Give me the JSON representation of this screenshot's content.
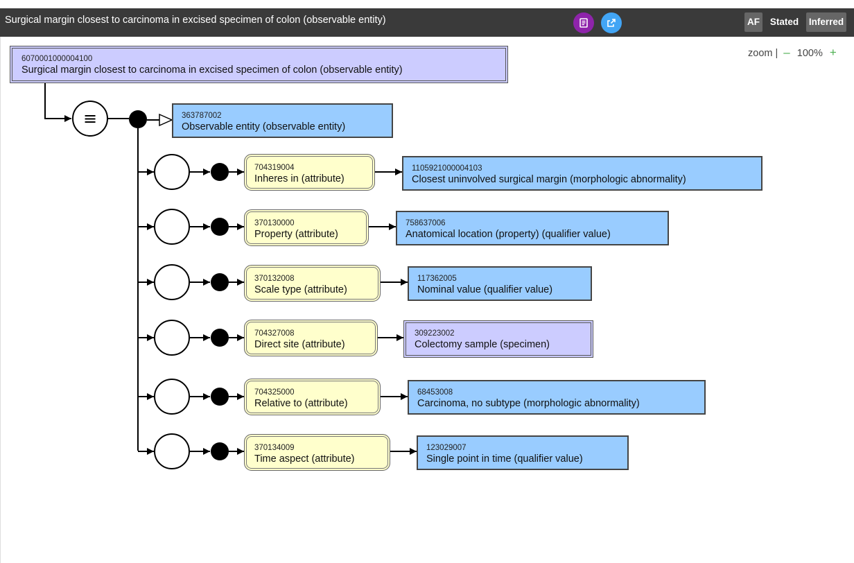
{
  "header": {
    "title": "Surgical margin closest to carcinoma in excised specimen of colon (observable entity)",
    "icons": [
      "document-icon",
      "open-in-new-icon"
    ],
    "toggles": {
      "af": "AF",
      "stated": "Stated",
      "inferred": "Inferred"
    },
    "colors": {
      "bar": "#3a3a3a",
      "purple_button": "#8e24aa",
      "blue_button": "#42a5f5"
    }
  },
  "zoom": {
    "label": "zoom |",
    "minus": "–",
    "value": "100%",
    "plus": "+"
  },
  "diagram": {
    "focus": {
      "id": "6070001000004100",
      "label": "Surgical margin closest to carcinoma in excised specimen of colon (observable entity)",
      "style": "defined"
    },
    "definition_symbol": "≡",
    "parent": {
      "id": "363787002",
      "label": "Observable entity (observable entity)",
      "style": "primitive"
    },
    "relationships": [
      {
        "attribute": {
          "id": "704319004",
          "label": "Inheres in (attribute)"
        },
        "value": {
          "id": "1105921000004103",
          "label": "Closest uninvolved surgical margin (morphologic abnormality)",
          "style": "primitive"
        }
      },
      {
        "attribute": {
          "id": "370130000",
          "label": "Property (attribute)"
        },
        "value": {
          "id": "758637006",
          "label": "Anatomical location (property) (qualifier value)",
          "style": "primitive"
        }
      },
      {
        "attribute": {
          "id": "370132008",
          "label": "Scale type (attribute)"
        },
        "value": {
          "id": "117362005",
          "label": "Nominal value (qualifier value)",
          "style": "primitive"
        }
      },
      {
        "attribute": {
          "id": "704327008",
          "label": "Direct site (attribute)"
        },
        "value": {
          "id": "309223002",
          "label": "Colectomy sample (specimen)",
          "style": "defined"
        }
      },
      {
        "attribute": {
          "id": "704325000",
          "label": "Relative to (attribute)"
        },
        "value": {
          "id": "68453008",
          "label": "Carcinoma, no subtype (morphologic abnormality)",
          "style": "primitive"
        }
      },
      {
        "attribute": {
          "id": "370134009",
          "label": "Time aspect (attribute)"
        },
        "value": {
          "id": "123029007",
          "label": "Single point in time (qualifier value)",
          "style": "primitive"
        }
      }
    ],
    "colors": {
      "primitive": "#99ccff",
      "defined": "#ccccff",
      "attribute": "#ffffcc"
    }
  }
}
